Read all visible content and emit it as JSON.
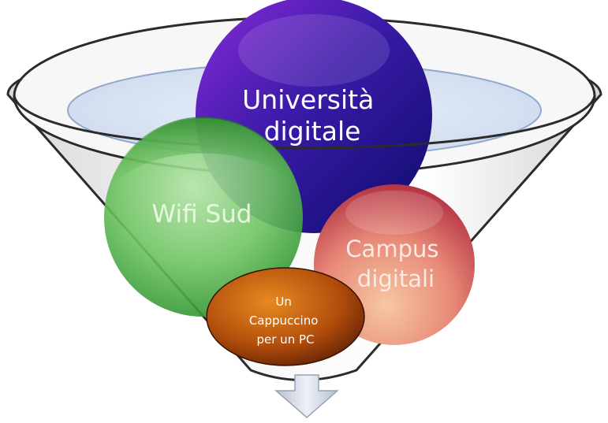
{
  "funnel_items": [
    {
      "id": "universita",
      "lines": [
        "Università",
        "digitale"
      ]
    },
    {
      "id": "wifi",
      "lines": [
        "Wifi Sud"
      ]
    },
    {
      "id": "campus",
      "lines": [
        "Campus",
        "digitali"
      ]
    },
    {
      "id": "cappuccino",
      "lines": [
        "Un",
        "Cappuccino",
        "per un PC"
      ]
    }
  ],
  "colors": {
    "funnel_fill": "#f0f0f2",
    "funnel_stroke": "#2a2a2a",
    "rim_inner": "#dfe8f5",
    "universita": "#2a1a9c",
    "wifi": "#3fae3f",
    "campus": "#e2705f",
    "cappuccino": "#c25a10",
    "arrow": "#d5dbe6"
  }
}
